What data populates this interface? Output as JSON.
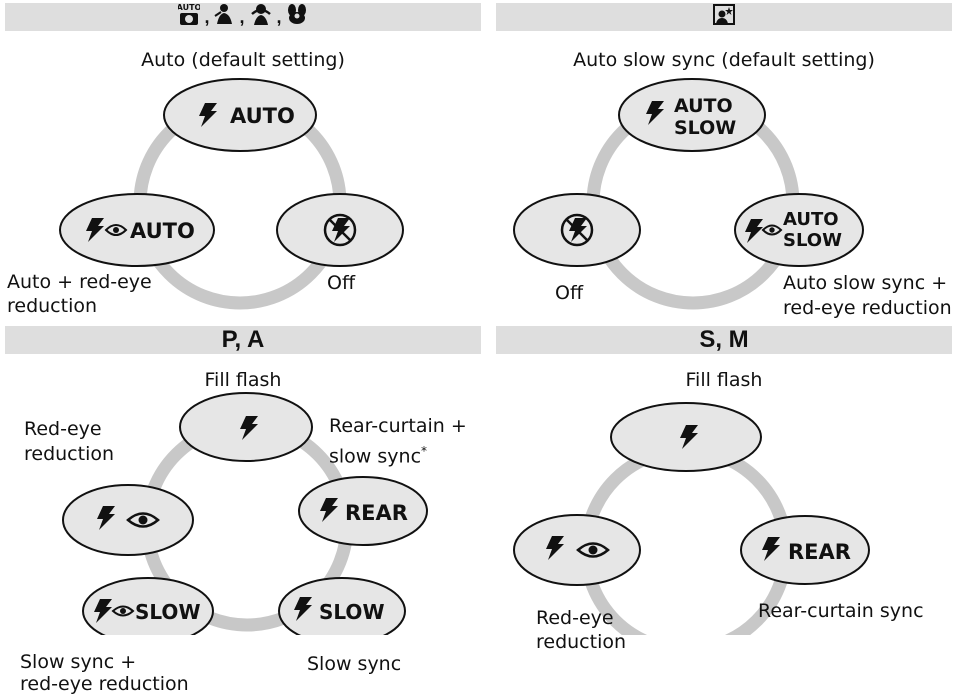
{
  "panels": {
    "auto_modes": {
      "header_icons": [
        "auto-mode-icon",
        "portrait-mode-icon",
        "child-mode-icon",
        "close-up-mode-icon"
      ],
      "top_label": "Auto (default setting)",
      "modes": {
        "top": "AUTO",
        "left": "AUTO",
        "right_icon": "flash-off-icon"
      },
      "labels": {
        "left_1": "Auto + red-eye",
        "left_2": "reduction",
        "right": "Off"
      }
    },
    "night_portrait": {
      "header_icons": [
        "night-portrait-mode-icon"
      ],
      "top_label": "Auto slow sync (default setting)",
      "modes": {
        "top_1": "AUTO",
        "top_2": "SLOW",
        "right_1": "AUTO",
        "right_2": "SLOW",
        "left_icon": "flash-off-icon"
      },
      "labels": {
        "left": "Off",
        "right_1": "Auto slow sync +",
        "right_2": "red-eye reduction"
      }
    },
    "p_a": {
      "header": "P, A",
      "top_label": "Fill flash",
      "modes": {
        "right_top": "REAR",
        "bottom_left": "SLOW",
        "bottom_right": "SLOW"
      },
      "labels": {
        "red_eye_1": "Red-eye",
        "red_eye_2": "reduction",
        "rear_1": "Rear-curtain +",
        "rear_2": "slow sync",
        "rear_footnote": "*",
        "slow_redeye_1": "Slow sync +",
        "slow_redeye_2": "red-eye reduction",
        "slow_sync": "Slow sync"
      }
    },
    "s_m": {
      "header": "S, M",
      "top_label": "Fill flash",
      "modes": {
        "right": "REAR"
      },
      "labels": {
        "red_eye_1": "Red-eye",
        "red_eye_2": "reduction",
        "rear": "Rear-curtain sync"
      }
    }
  },
  "colors": {
    "header_bg": "#dedede",
    "button_fill": "#e6e6e6",
    "ring": "#c8c8c8",
    "stroke": "#111111"
  },
  "icons": {
    "flash": "flash-icon",
    "red_eye": "red-eye-icon",
    "flash_off": "flash-off-icon"
  }
}
